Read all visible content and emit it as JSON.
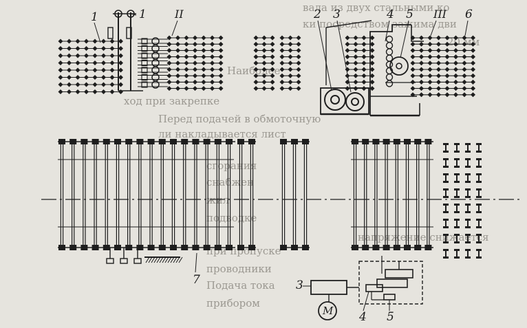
{
  "labels": {
    "top_1a": "1",
    "top_1b": "1",
    "top_II": "II",
    "top_2": "2",
    "top_3": "3",
    "top_4": "4",
    "top_5": "5",
    "top_III": "III",
    "top_6": "6",
    "bottom_7": "7",
    "bottom_3": "3",
    "bottom_4": "4",
    "bottom_5": "5",
    "motor": "M"
  },
  "background_text": [
    "вала из двух стальными ко",
    "ки посредством зажима дви",
    "20 мм",
    "Наиболее",
    "ход при закрепке",
    "Перед подачей в обмоточную",
    "ли накладывается лист",
    "сгорания",
    "снабжен",
    "жил",
    "подводке",
    "напряжение снижается",
    "при пропуске",
    "проводники",
    "Подача тока",
    "прибором"
  ],
  "colors": {
    "paper": "#e6e4de",
    "ink": "#1e1e1e",
    "ghost_text": "#9b9891"
  }
}
